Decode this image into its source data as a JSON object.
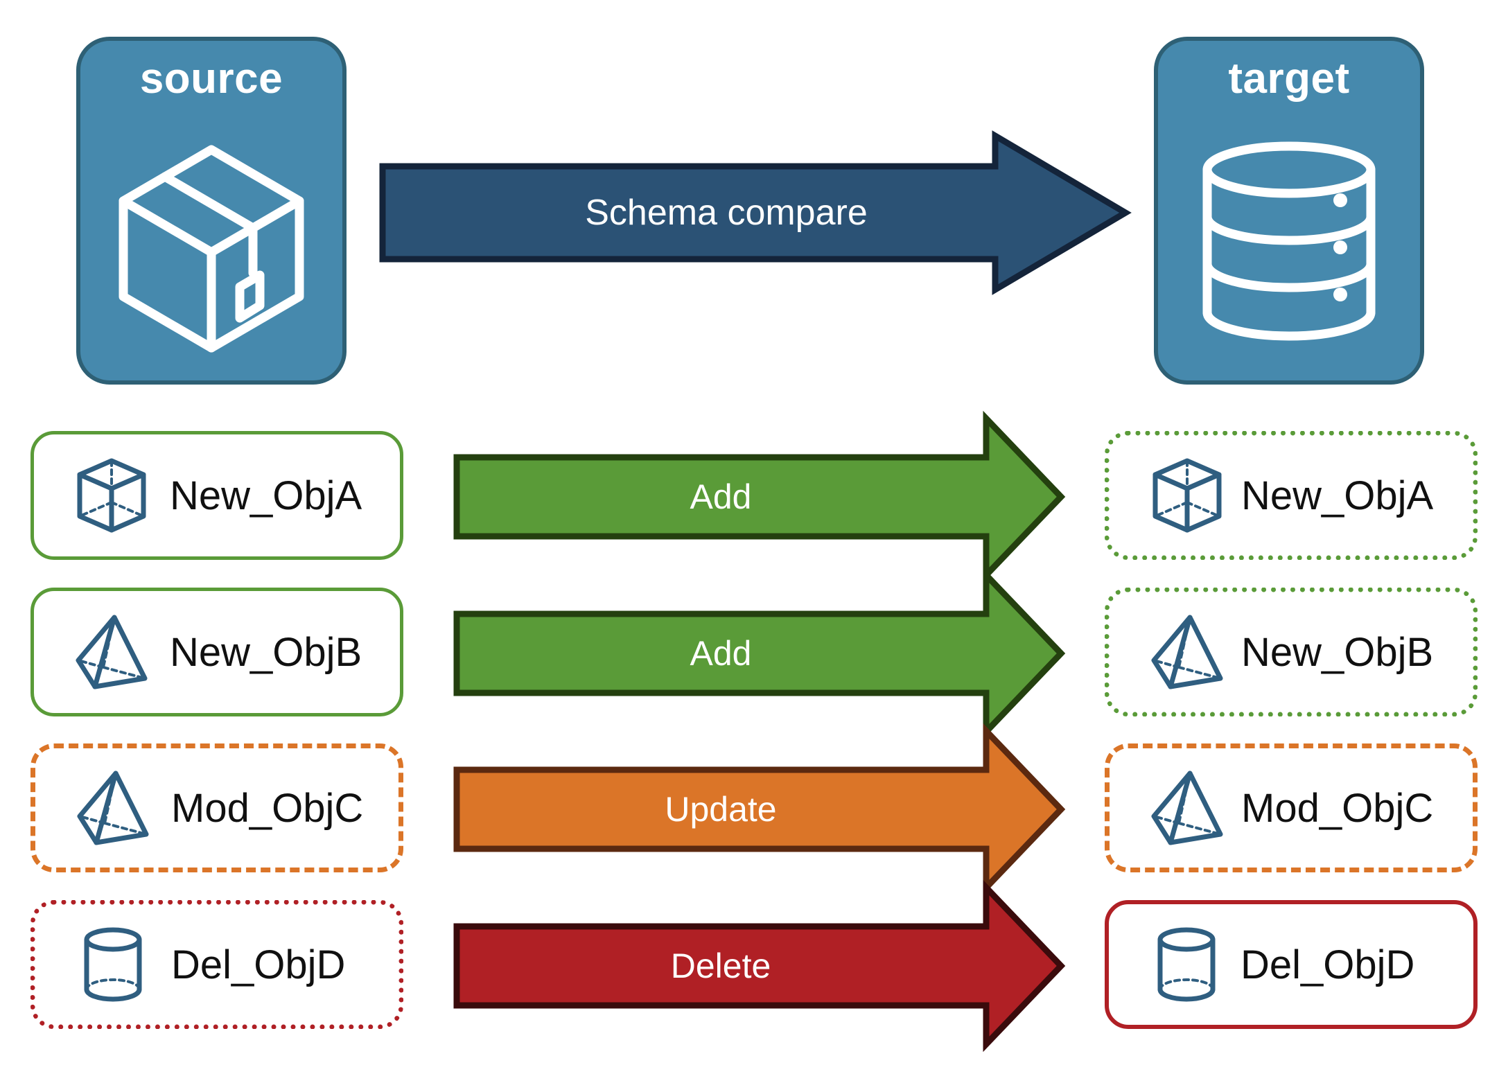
{
  "diagram": {
    "title_source": "source",
    "title_target": "target",
    "compare_arrow_label": "Schema compare"
  },
  "colors": {
    "endpoint_fill": "#4689AD",
    "endpoint_border": "#2E6075",
    "compare_arrow_fill": "#2B5275",
    "compare_arrow_border": "#14243A",
    "add_fill": "#5A9B38",
    "add_border": "#24400F",
    "update_fill": "#DB7528",
    "update_border": "#5B2910",
    "delete_fill": "#B02025",
    "delete_border": "#3A0B0C",
    "object_icon": "#2F5E80",
    "label_text": "#101010"
  },
  "endpoints": {
    "source": {
      "label": "source",
      "icon": "package-cube-icon"
    },
    "target": {
      "label": "target",
      "icon": "database-cylinder-icon"
    }
  },
  "compare": {
    "label": "Schema compare",
    "icon": "right-arrow-icon"
  },
  "rows": [
    {
      "source": {
        "label": "New_ObjA",
        "icon": "wireframe-cube-icon",
        "border_style": "solid",
        "border_color": "#5A9B38"
      },
      "action": {
        "label": "Add",
        "fill": "#5A9B38",
        "border": "#24400F"
      },
      "target": {
        "label": "New_ObjA",
        "icon": "wireframe-cube-icon",
        "border_style": "dotted",
        "border_color": "#5A9B38"
      }
    },
    {
      "source": {
        "label": "New_ObjB",
        "icon": "wireframe-pyramid-icon",
        "border_style": "solid",
        "border_color": "#5A9B38"
      },
      "action": {
        "label": "Add",
        "fill": "#5A9B38",
        "border": "#24400F"
      },
      "target": {
        "label": "New_ObjB",
        "icon": "wireframe-pyramid-icon",
        "border_style": "dotted",
        "border_color": "#5A9B38"
      }
    },
    {
      "source": {
        "label": "Mod_ObjC",
        "icon": "wireframe-pyramid-icon",
        "border_style": "dashed",
        "border_color": "#DB7528"
      },
      "action": {
        "label": "Update",
        "fill": "#DB7528",
        "border": "#5B2910"
      },
      "target": {
        "label": "Mod_ObjC",
        "icon": "wireframe-pyramid-icon",
        "border_style": "dashed",
        "border_color": "#DB7528"
      }
    },
    {
      "source": {
        "label": "Del_ObjD",
        "icon": "wireframe-cylinder-icon",
        "border_style": "dotted",
        "border_color": "#B02025"
      },
      "action": {
        "label": "Delete",
        "fill": "#B02025",
        "border": "#3A0B0C"
      },
      "target": {
        "label": "Del_ObjD",
        "icon": "wireframe-cylinder-icon",
        "border_style": "solid",
        "border_color": "#B02025"
      }
    }
  ]
}
